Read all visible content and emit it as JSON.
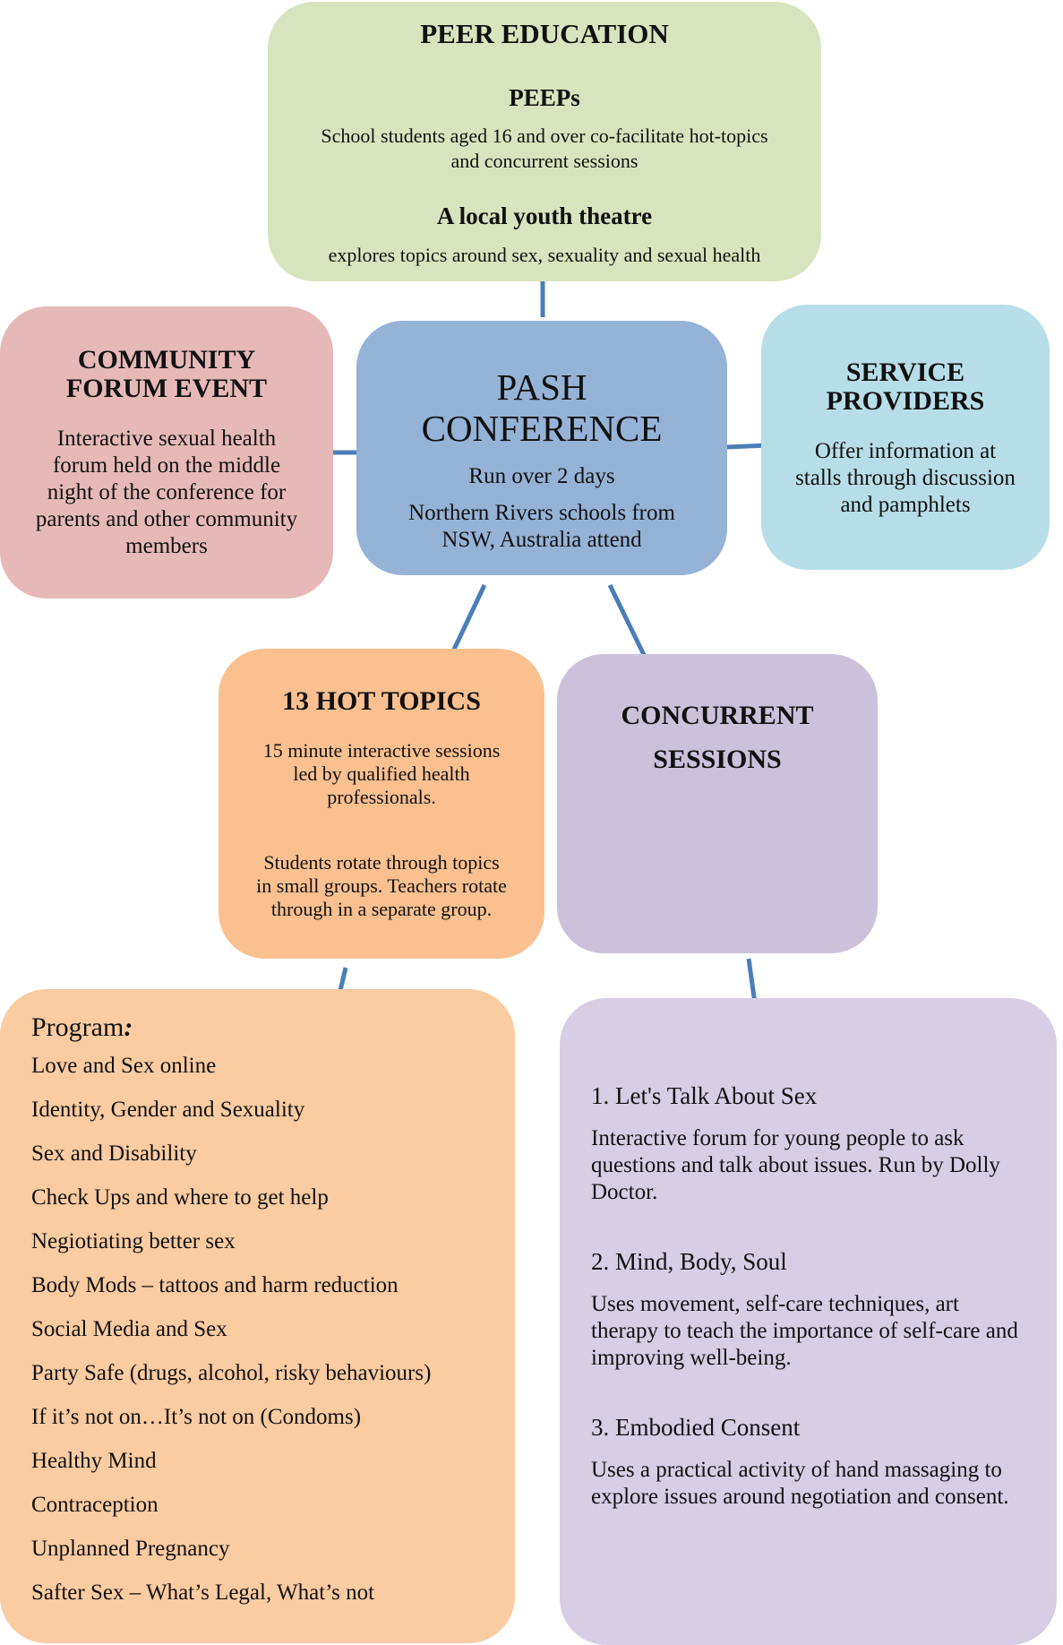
{
  "colors": {
    "peer": "#d8e4bd",
    "community": "#e6b9b8",
    "center": "#95b3d7",
    "service": "#b7dee8",
    "hot": "#fac090",
    "concurrent": "#ccc1da",
    "program": "#fbcba1",
    "sessions": "#d7cde5",
    "connector": "#4a7eb8"
  },
  "peer_education": {
    "title": "PEER EDUCATION",
    "sub1": "PEEPs",
    "desc1_line1": "School students aged 16 and over co-facilitate hot-topics",
    "desc1_line2": "and concurrent sessions",
    "sub2": "A local youth theatre",
    "desc2": "explores topics around sex, sexuality and sexual health"
  },
  "community_forum": {
    "title_line1": "COMMUNITY",
    "title_line2": "FORUM EVENT",
    "desc_lines": [
      "Interactive sexual health",
      "forum held on the middle",
      "night of the conference for",
      "parents and other community",
      "members"
    ]
  },
  "pash": {
    "title_line1": "PASH",
    "title_line2": "CONFERENCE",
    "line1": "Run over 2 days",
    "line2": "Northern Rivers schools from",
    "line3": "NSW, Australia attend"
  },
  "service_providers": {
    "title_line1": "SERVICE",
    "title_line2": "PROVIDERS",
    "desc_lines": [
      "Offer information at",
      "stalls through discussion",
      "and pamphlets"
    ]
  },
  "hot_topics": {
    "title": "13 HOT TOPICS",
    "desc1_lines": [
      "15 minute interactive sessions",
      "led by qualified health",
      "professionals."
    ],
    "desc2_lines": [
      "Students rotate through topics",
      "in small groups. Teachers rotate",
      "through in a separate group."
    ]
  },
  "concurrent": {
    "title_line1": "CONCURRENT",
    "title_line2": "SESSIONS"
  },
  "program": {
    "heading": "Program",
    "heading_suffix": ":",
    "items": [
      "Love and Sex online",
      "Identity, Gender and Sexuality",
      "Sex and Disability",
      "Check Ups and where to get help",
      "Negiotiating better sex",
      "Body Mods – tattoos and harm reduction",
      "Social Media and Sex",
      "Party Safe (drugs, alcohol, risky behaviours)",
      "If it’s not on…It’s not on (Condoms)",
      "Healthy Mind",
      "Contraception",
      "Unplanned Pregnancy",
      "Safter Sex – What’s Legal, What’s not"
    ]
  },
  "sessions": [
    {
      "title": "1. Let's Talk About Sex",
      "desc": "Interactive forum for young people to ask questions and talk about issues. Run by Dolly Doctor."
    },
    {
      "title": "2. Mind, Body, Soul",
      "desc": "Uses movement, self-care techniques, art therapy to teach the importance of self-care and improving well-being."
    },
    {
      "title": "3. Embodied Consent",
      "desc": "Uses a practical activity of hand massaging to explore issues around negotiation and consent."
    }
  ]
}
